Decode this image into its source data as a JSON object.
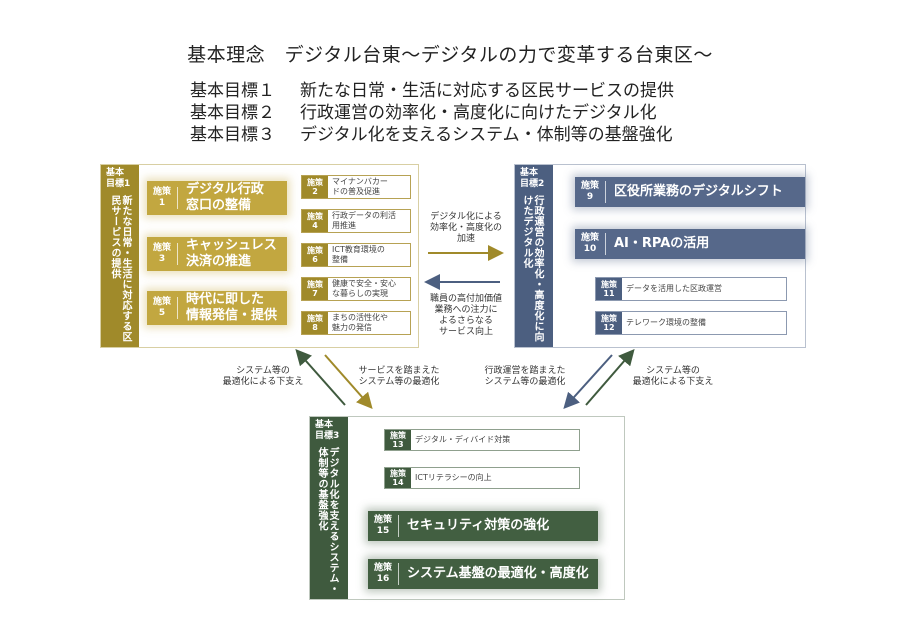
{
  "title": "基本理念　デジタル台東〜デジタルの力で変革する台東区〜",
  "goals": [
    {
      "label": "基本目標１",
      "text": "新たな日常・生活に対応する区民サービスの提供"
    },
    {
      "label": "基本目標２",
      "text": "行政運営の効率化・高度化に向けたデジタル化"
    },
    {
      "label": "基本目標３",
      "text": "デジタル化を支えるシステム・体制等の基盤強化"
    }
  ],
  "goal1": {
    "head": "基本\n目標1",
    "vertical": "新たな日常・生活に対応する区民サービスの提供",
    "big": [
      {
        "tag": "施策\n1",
        "text": "デジタル行政\n窓口の整備"
      },
      {
        "tag": "施策\n3",
        "text": "キャッシュレス\n決済の推進"
      },
      {
        "tag": "施策\n5",
        "text": "時代に即した\n情報発信・提供"
      }
    ],
    "small": [
      {
        "tag": "施策\n2",
        "text": "マイナンバカー\nドの普及促進"
      },
      {
        "tag": "施策\n4",
        "text": "行政データの利活\n用推進"
      },
      {
        "tag": "施策\n6",
        "text": "ICT教育環境の\n整備"
      },
      {
        "tag": "施策\n7",
        "text": "健康で安全・安心\nな暮らしの実現"
      },
      {
        "tag": "施策\n8",
        "text": "まちの活性化や\n魅力の発信"
      }
    ]
  },
  "goal2": {
    "head": "基本\n目標2",
    "vertical": "行政運営の効率化・高度化に向けたデジタル化",
    "big": [
      {
        "tag": "施策\n9",
        "text": "区役所業務のデジタルシフト"
      },
      {
        "tag": "施策\n10",
        "text": "AI・RPAの活用"
      }
    ],
    "small": [
      {
        "tag": "施策\n11",
        "text": "データを活用した区政運営"
      },
      {
        "tag": "施策\n12",
        "text": "テレワーク環境の整備"
      }
    ]
  },
  "goal3": {
    "head": "基本\n目標3",
    "vertical": "デジタル化を支えるシステム・体制等の基盤強化",
    "small": [
      {
        "tag": "施策\n13",
        "text": "デジタル・ディバイド対策"
      },
      {
        "tag": "施策\n14",
        "text": "ICTリテラシーの向上"
      }
    ],
    "big": [
      {
        "tag": "施策\n15",
        "text": "セキュリティ対策の強化"
      },
      {
        "tag": "施策\n16",
        "text": "システム基盤の最適化・高度化"
      }
    ]
  },
  "arrows": {
    "right_note": "デジタル化による\n効率化・高度化の\n加速",
    "left_note": "職員の高付加価値\n業務への注力に\nよるさらなる\nサービス向上",
    "left_up_note": "システム等の\n最適化による下支え",
    "left_down_note": "サービスを踏まえた\nシステム等の最適化",
    "right_down_note": "行政運営を踏まえた\nシステム等の最適化",
    "right_up_note": "システム等の\n最適化による下支え"
  },
  "colors": {
    "gold": "#a08a2a",
    "blue": "#4c5f80",
    "green": "#3f5a3e"
  }
}
